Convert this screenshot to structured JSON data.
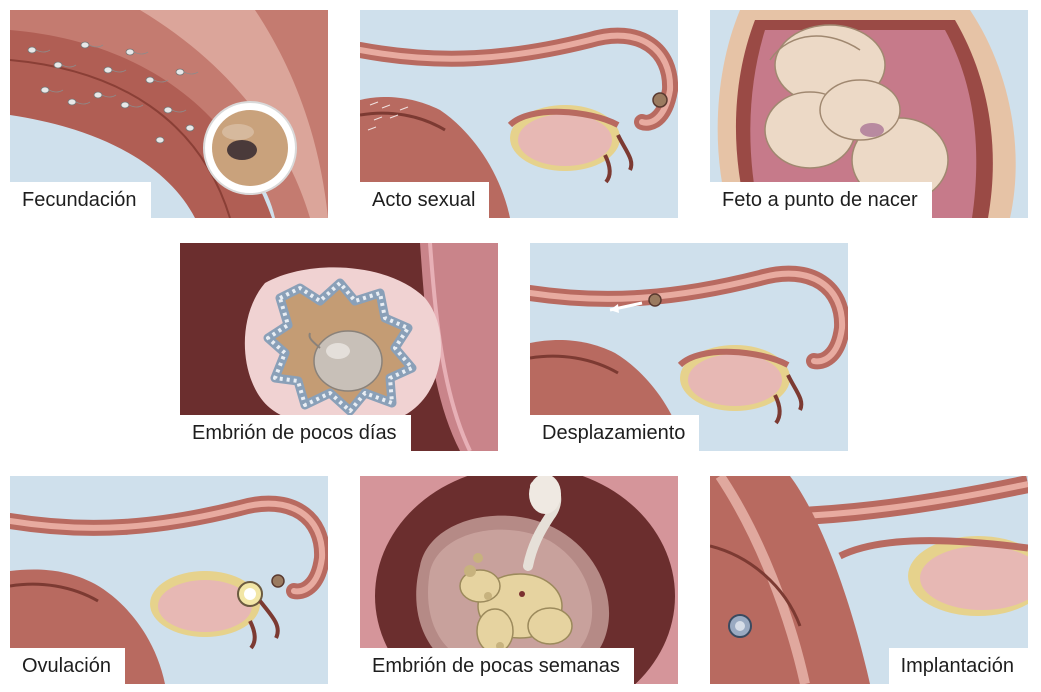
{
  "panels": [
    {
      "id": "fecundacion",
      "label": "Fecundación"
    },
    {
      "id": "acto-sexual",
      "label": "Acto sexual"
    },
    {
      "id": "feto",
      "label": "Feto a punto de nacer"
    },
    {
      "id": "embrion-dias",
      "label": "Embrión de pocos días"
    },
    {
      "id": "desplazamiento",
      "label": "Desplazamiento"
    },
    {
      "id": "ovulacion",
      "label": "Ovulación"
    },
    {
      "id": "embrion-semanas",
      "label": "Embrión de pocas semanas"
    },
    {
      "id": "implantacion",
      "label": "Implantación"
    }
  ],
  "colors": {
    "sky": "#cfe0ec",
    "tissue": "#b86a60",
    "tissue_dark": "#7c3a32",
    "tissue_light": "#e8aba0",
    "ovary": "#e7b8b4",
    "ovary_rim": "#e6d28c",
    "skin": "#ecd9c6",
    "chamber": "#6b2e2e"
  }
}
